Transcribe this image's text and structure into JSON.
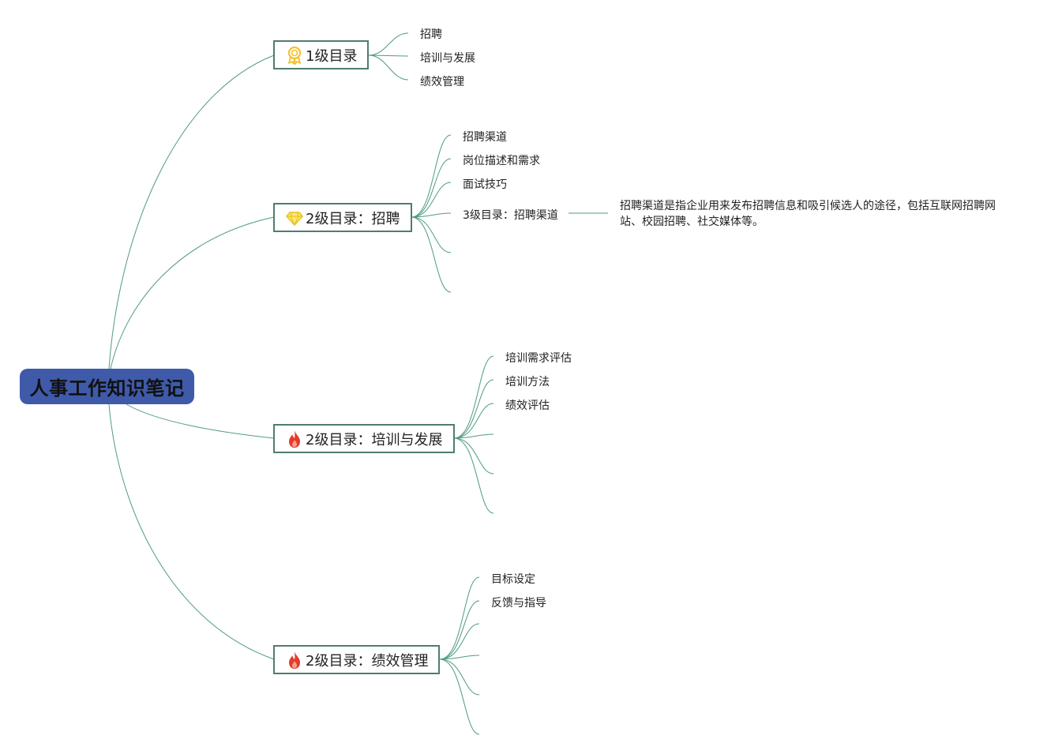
{
  "root": {
    "title": "人事工作知识笔记"
  },
  "branches": [
    {
      "label": "1级目录",
      "icon": "award-medal-icon",
      "children": [
        "招聘",
        "培训与发展",
        "绩效管理"
      ]
    },
    {
      "label": "2级目录：招聘",
      "icon": "diamond-icon",
      "children": [
        "招聘渠道",
        "岗位描述和需求",
        "面试技巧",
        "3级目录：招聘渠道",
        "",
        ""
      ],
      "note": "招聘渠道是指企业用来发布招聘信息和吸引候选人的途径，包括互联网招聘网站、校园招聘、社交媒体等。"
    },
    {
      "label": "2级目录：培训与发展",
      "icon": "fire-icon",
      "children": [
        "培训需求评估",
        "培训方法",
        "绩效评估",
        "",
        "",
        ""
      ]
    },
    {
      "label": "2级目录：绩效管理",
      "icon": "fire-icon",
      "children": [
        "目标设定",
        "反馈与指导",
        "",
        "",
        "",
        ""
      ]
    }
  ],
  "colors": {
    "root_fill": "#3f5aa8",
    "branch_border": "#4f7d70",
    "connector": "#4f9a85",
    "medal": "#f2c12e",
    "diamond": "#f5d640",
    "fire": "#e33b2c"
  }
}
